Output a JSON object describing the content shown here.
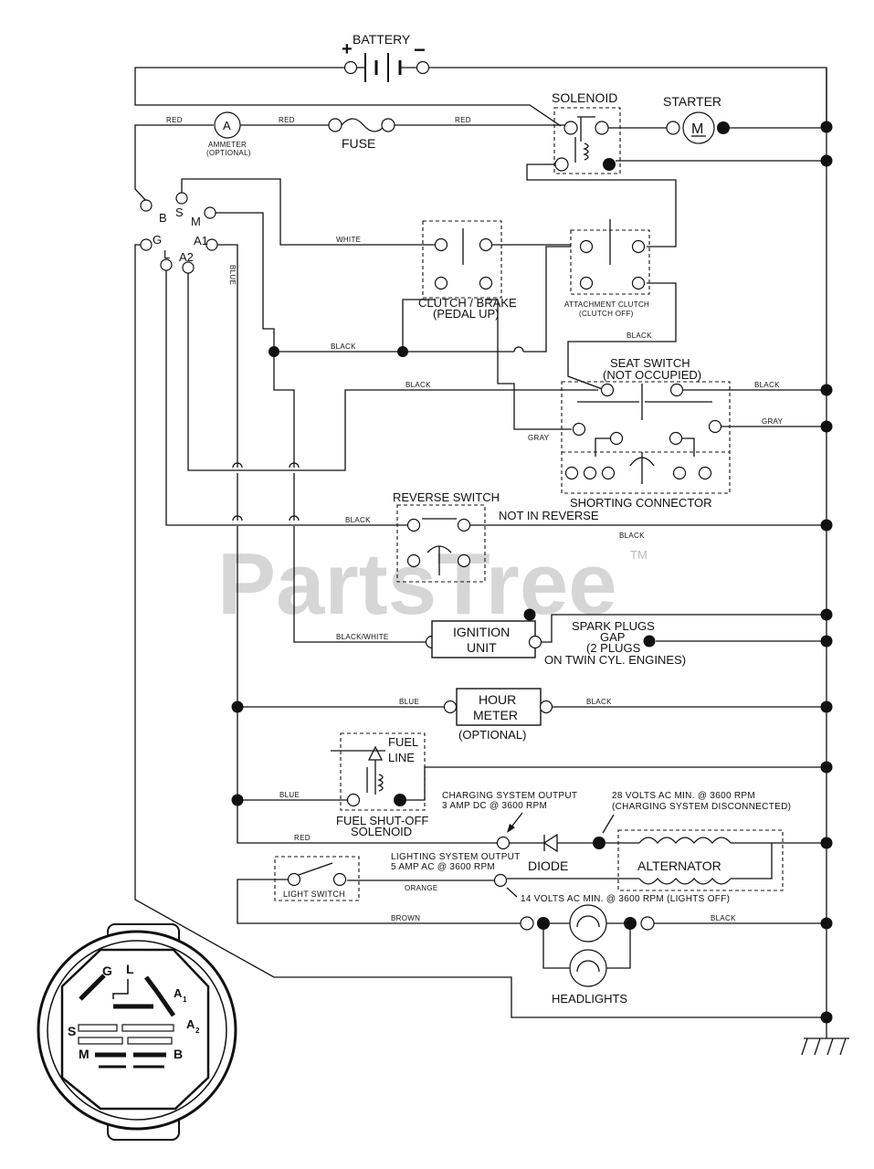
{
  "components": {
    "battery": "BATTERY",
    "solenoid": "SOLENOID",
    "starter": "STARTER",
    "motor_symbol": "M",
    "ammeter_symbol": "A",
    "ammeter": "AMMETER",
    "ammeter_note": "(OPTIONAL)",
    "fuse": "FUSE",
    "clutch_brake": "CLUTCH / BRAKE",
    "clutch_brake_note": "(PEDAL UP)",
    "attachment_clutch": "ATTACHMENT CLUTCH",
    "attachment_clutch_note": "(CLUTCH OFF)",
    "seat_switch": "SEAT SWITCH",
    "seat_switch_note": "(NOT OCCUPIED)",
    "shorting_connector": "SHORTING CONNECTOR",
    "reverse_switch": "REVERSE SWITCH",
    "not_in_reverse": "NOT IN REVERSE",
    "ignition_line1": "IGNITION",
    "ignition_line2": "UNIT",
    "spark_line1": "SPARK PLUGS",
    "spark_line2": "GAP",
    "spark_line3": "(2 PLUGS",
    "spark_line4": "ON TWIN CYL. ENGINES)",
    "hour_line1": "HOUR",
    "hour_line2": "METER",
    "hour_note": "(OPTIONAL)",
    "fuel_line1": "FUEL",
    "fuel_line2": "LINE",
    "fuel_solenoid_line1": "FUEL SHUT-OFF",
    "fuel_solenoid_line2": "SOLENOID",
    "charging_line1": "CHARGING SYSTEM OUTPUT",
    "charging_line2": "3 AMP DC @ 3600 RPM",
    "volts28_line1": "28 VOLTS AC MIN. @ 3600 RPM",
    "volts28_line2": "(CHARGING SYSTEM DISCONNECTED)",
    "diode": "DIODE",
    "alternator": "ALTERNATOR",
    "lighting_line1": "LIGHTING SYSTEM OUTPUT",
    "lighting_line2": "5 AMP AC @ 3600 RPM",
    "volts14": "14 VOLTS AC MIN. @ 3600 RPM (LIGHTS OFF)",
    "light_switch": "LIGHT SWITCH",
    "headlights": "HEADLIGHTS"
  },
  "ignition_terminals": [
    "B",
    "S",
    "M",
    "G",
    "L",
    "A1",
    "A2"
  ],
  "key_switch_terminals": [
    "G",
    "L",
    "A",
    "1",
    "S",
    "A",
    "2",
    "M",
    "B"
  ],
  "wire_colors": {
    "red": "RED",
    "white": "WHITE",
    "blue": "BLUE",
    "black": "BLACK",
    "gray": "GRAY",
    "black_white": "BLACK/WHITE",
    "orange": "ORANGE",
    "brown": "BROWN"
  },
  "watermark": {
    "text": "PartsTree",
    "tm": "TM"
  },
  "polarity": {
    "positive": "+",
    "negative": "−"
  }
}
